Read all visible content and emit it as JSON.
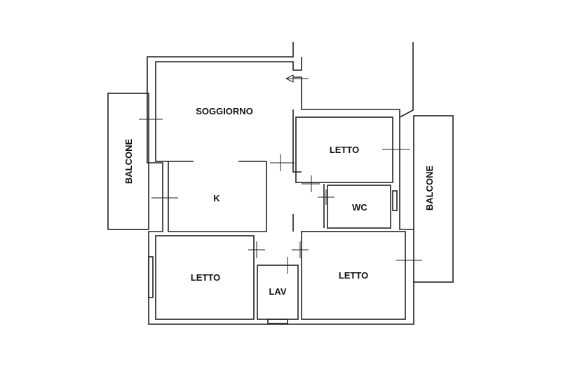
{
  "rooms": {
    "soggiorno": "SOGGIORNO",
    "kitchen": "K",
    "letto_top": "LETTO",
    "wc": "WC",
    "letto_bottom_left": "LETTO",
    "lav": "LAV",
    "letto_bottom_right": "LETTO",
    "balcone_left": "BALCONE",
    "balcone_right": "BALCONE"
  }
}
